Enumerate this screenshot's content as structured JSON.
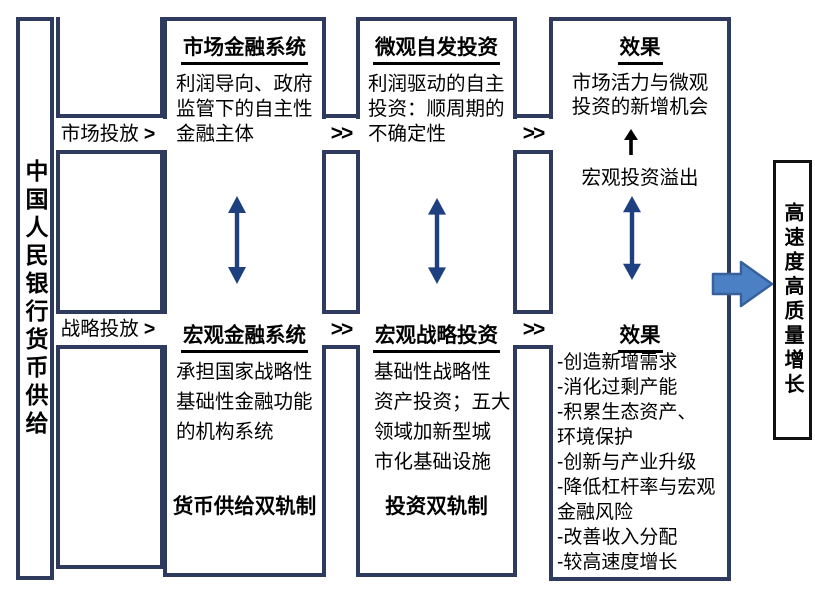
{
  "colors": {
    "box_border": "#2f3a5f",
    "double_arrow": "#1f4080",
    "big_arrow_fill": "#4b80c4",
    "big_arrow_stroke": "#36619c",
    "outcome_border": "#111111",
    "ink": "#000000"
  },
  "source_box": {
    "label": "中国人民银行货币供给"
  },
  "flow_labels": {
    "row1_channel": "市场投放",
    "row1_channel_arrow": ">",
    "row2_channel": "战略投放",
    "row2_channel_arrow": ">",
    "chevron": ">>"
  },
  "columns": [
    {
      "top": {
        "title": "市场金融系统",
        "body": [
          "利润导向、政府",
          "监管下的自主性",
          "金融主体"
        ]
      },
      "bottom": {
        "title": "宏观金融系统",
        "body": [
          "承担国家战略性",
          "基础性金融功能",
          "的机构系统"
        ],
        "emphasis": "货币供给双轨制"
      }
    },
    {
      "top": {
        "title": "微观自发投资",
        "body": [
          "利润驱动的自主",
          "投资：顺周期的",
          "不确定性"
        ]
      },
      "bottom": {
        "title": "宏观战略投资",
        "body": [
          "基础性战略性",
          "资产投资；五大",
          "领域加新型城",
          "市化基础设施"
        ],
        "emphasis": "投资双轨制"
      }
    },
    {
      "top": {
        "title": "效果",
        "body": [
          "市场活力与微观",
          "投资的新增机会"
        ],
        "spillover": "宏观投资溢出"
      },
      "bottom": {
        "title": "效果",
        "body": [
          "-创造新增需求",
          "-消化过剩产能",
          "-积累生态资产、",
          "环境保护",
          "-创新与产业升级",
          "-降低杠杆率与宏观",
          "金融风险",
          "-改善收入分配",
          "-较高速度增长"
        ]
      }
    }
  ],
  "outcome_box": {
    "label": "高速度高质量增长"
  }
}
